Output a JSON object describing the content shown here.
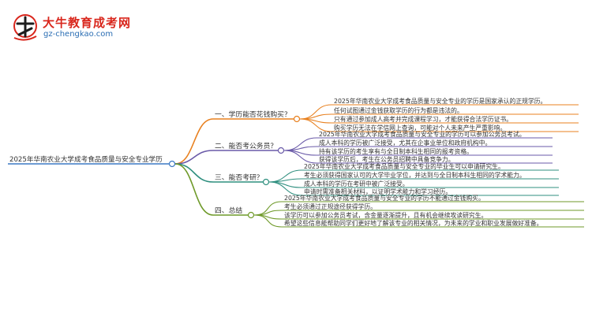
{
  "logo": {
    "name": "大牛教育成考网",
    "url": "gz-chengkao.com"
  },
  "root": {
    "label": "2025年华南农业大学成考食品质量与安全专业学历"
  },
  "branches": [
    {
      "label": "一、学历能否花钱购买？",
      "color": "#e8801f",
      "children": [
        "2025年华南农业大学成考食品质量与安全专业的学历是国家承认的正规学历。",
        "任何试图通过金钱获取学历的行为都是违法的。",
        "只有通过参加成人高考并完成课程学习，才能获得合法学历证书。",
        "购买学历无法在学信网上查询，可能对个人未来产生严重影响。"
      ]
    },
    {
      "label": "二、能否考公务员？",
      "color": "#6a5aa8",
      "children": [
        "2025年华南农业大学成考食品质量与安全专业的学历可以参加公务员考试。",
        "成人本科的学历被广泛接受，尤其在企事业单位和政府机构中。",
        "持有该学历的考生享有与全日制本科生相同的报考资格。",
        "获得该学历后，考生在公务员招聘中具备竞争力。"
      ]
    },
    {
      "label": "三、能否考研？",
      "color": "#2f8f7f",
      "children": [
        "2025年华南农业大学成考食品质量与安全专业的毕业生可以申请研究生。",
        "考生必须获得国家认可的大学毕业学位，并达到与全日制本科生相同的学术能力。",
        "成人本科的学历在考研中被广泛接受。",
        "申请时需准备相关材料，以证明学术能力和学习经历。"
      ]
    },
    {
      "label": "四、总结",
      "color": "#6f9a2a",
      "children": [
        "2025年华南农业大学成考食品质量与安全专业的学历不能通过金钱购买。",
        "考生必须通过正规途径获得学历。",
        "该学历可以参加公务员考试，含金量逐渐提升，且有机会继续攻读研究生。",
        "希望这些信息能帮助同学们更好地了解该专业的相关情况，为未来的学业和职业发展做好准备。"
      ]
    }
  ],
  "colors": {
    "root": "#3b78c4",
    "logo_red": "#d9261c",
    "logo_blue": "#2a6db3"
  }
}
